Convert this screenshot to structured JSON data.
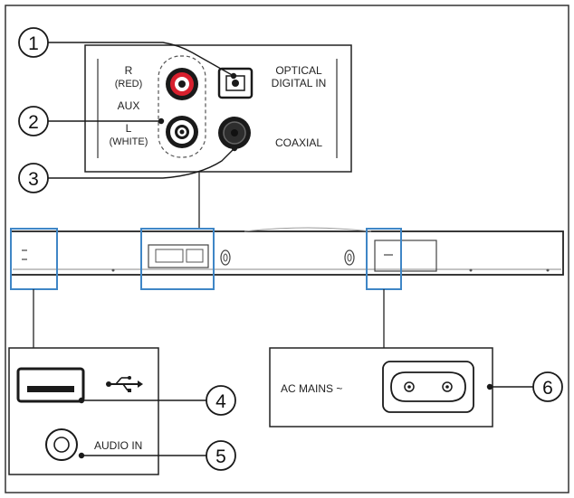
{
  "panel": {
    "aux": {
      "r_line1": "R",
      "r_line2": "(RED)",
      "aux_label": "AUX",
      "l_line1": "L",
      "l_line2": "(WHITE)"
    },
    "optical": {
      "line1": "OPTICAL",
      "line2": "DIGITAL IN"
    },
    "coaxial": "COAXIAL"
  },
  "inset_left": {
    "audio_in": "AUDIO IN"
  },
  "inset_right": {
    "ac_mains": "AC MAINS ~"
  },
  "callouts": [
    "1",
    "2",
    "3",
    "4",
    "5",
    "6"
  ],
  "colors": {
    "red_jack": "#d8202e",
    "highlight": "#3f86c6",
    "ink": "#1a1a1a"
  }
}
